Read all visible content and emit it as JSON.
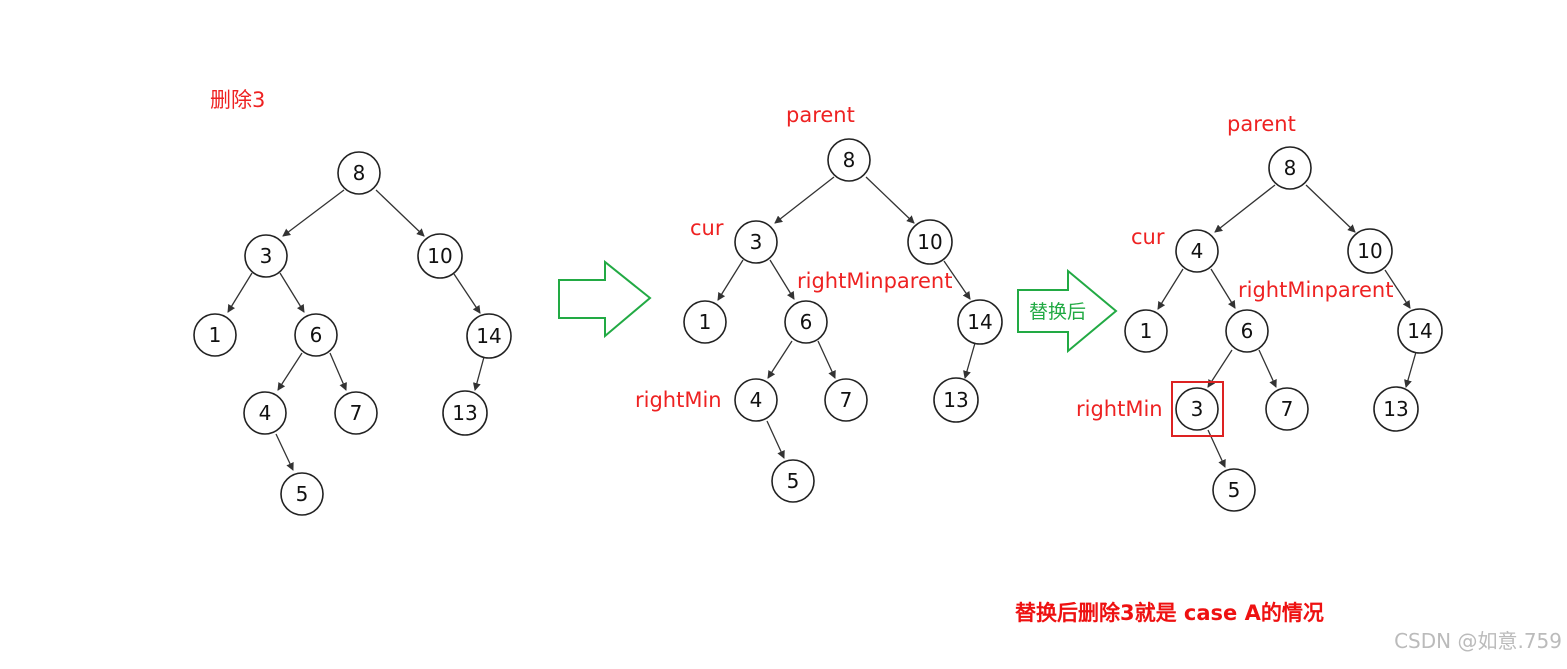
{
  "colors": {
    "label_red": "#ee2222",
    "arrow_green": "#22aa44",
    "highlight_box": "#dd2222",
    "watermark": "#bbbbbb"
  },
  "panel1": {
    "label": "删除3",
    "nodes": [
      "8",
      "3",
      "10",
      "1",
      "6",
      "14",
      "4",
      "7",
      "13",
      "5"
    ]
  },
  "panel2": {
    "labels": {
      "parent": "parent",
      "cur": "cur",
      "rightMinparent": "rightMinparent",
      "rightMin": "rightMin"
    },
    "nodes": [
      "8",
      "3",
      "10",
      "1",
      "6",
      "14",
      "4",
      "7",
      "13",
      "5"
    ]
  },
  "arrow2_label": "替换后",
  "panel3": {
    "labels": {
      "parent": "parent",
      "cur": "cur",
      "rightMinparent": "rightMinparent",
      "rightMin": "rightMin"
    },
    "nodes": [
      "8",
      "4",
      "10",
      "1",
      "6",
      "14",
      "3",
      "7",
      "13",
      "5"
    ]
  },
  "caption": "替换后删除3就是 case A的情况",
  "watermark": "CSDN @如意.759"
}
